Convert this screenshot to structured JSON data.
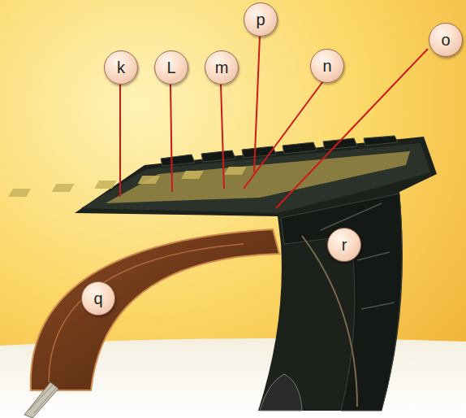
{
  "diagram": {
    "nodes": [
      {
        "text": [
          "k"
        ]
      },
      {
        "text": [
          "L"
        ]
      },
      {
        "text": [
          "m"
        ]
      },
      {
        "text": [
          "p"
        ]
      },
      {
        "text": [
          "n"
        ]
      },
      {
        "text": [
          "o"
        ]
      },
      {
        "text": [
          "r"
        ]
      },
      {
        "text": [
          "q"
        ]
      }
    ]
  }
}
